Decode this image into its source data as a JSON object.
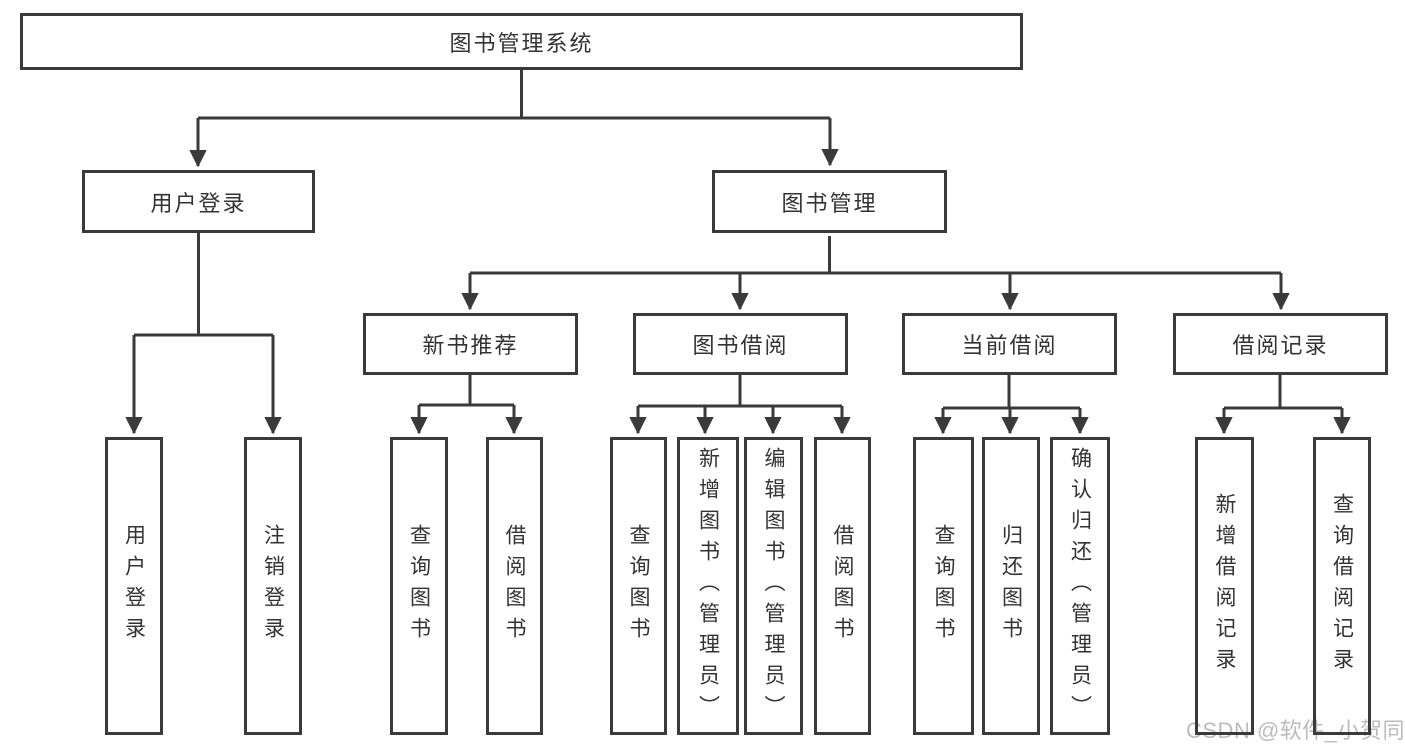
{
  "diagram": {
    "root": {
      "label": "图书管理系统"
    },
    "level2": [
      {
        "label": "用户登录"
      },
      {
        "label": "图书管理"
      }
    ],
    "level3": [
      {
        "label": "新书推荐",
        "parent": "图书管理"
      },
      {
        "label": "图书借阅",
        "parent": "图书管理"
      },
      {
        "label": "当前借阅",
        "parent": "图书管理"
      },
      {
        "label": "借阅记录",
        "parent": "图书管理"
      }
    ],
    "leaves": [
      {
        "label": "用户登录",
        "parent": "用户登录"
      },
      {
        "label": "注销登录",
        "parent": "用户登录"
      },
      {
        "label": "查询图书",
        "parent": "新书推荐"
      },
      {
        "label": "借阅图书",
        "parent": "新书推荐"
      },
      {
        "label": "查询图书",
        "parent": "图书借阅"
      },
      {
        "label": "新增图书（管理员）",
        "parent": "图书借阅"
      },
      {
        "label": "编辑图书（管理员）",
        "parent": "图书借阅"
      },
      {
        "label": "借阅图书",
        "parent": "图书借阅"
      },
      {
        "label": "查询图书",
        "parent": "当前借阅"
      },
      {
        "label": "归还图书",
        "parent": "当前借阅"
      },
      {
        "label": "确认归还（管理员）",
        "parent": "当前借阅"
      },
      {
        "label": "新增借阅记录",
        "parent": "借阅记录"
      },
      {
        "label": "查询借阅记录",
        "parent": "借阅记录"
      }
    ]
  },
  "watermark": {
    "text": "CSDN @软件_小贺同学"
  },
  "colors": {
    "line": "#3a3a3a",
    "box_border": "#3a3a3a",
    "box_fill": "#ffffff",
    "text": "#333333",
    "watermark": "#bcbcbc",
    "background": "#ffffff"
  }
}
